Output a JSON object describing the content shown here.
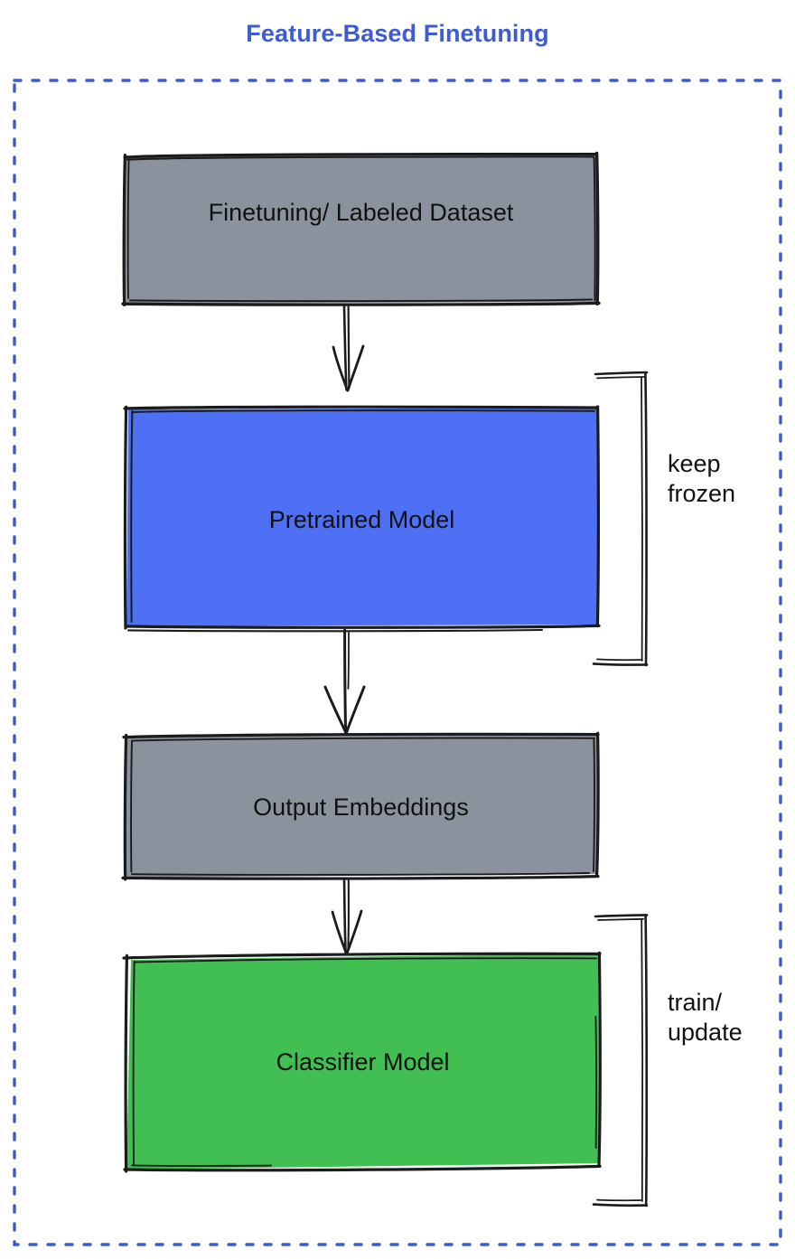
{
  "diagram": {
    "title": "Feature-Based Finetuning",
    "title_color": "#3d5bd4",
    "frame_color": "#3d5bd4",
    "frame_style": "dashed",
    "background": "#ffffff",
    "stroke_color": "#1b1b1b",
    "style": "hand-drawn"
  },
  "nodes": [
    {
      "id": "dataset",
      "label": "Finetuning/ Labeled Dataset",
      "fill": "#8a939d",
      "stroke": "#1b1b1b",
      "text_color": "#111111"
    },
    {
      "id": "pretrained-model",
      "label": "Pretrained Model",
      "fill": "#4d70f5",
      "stroke": "#1b1b1b",
      "text_color": "#111111"
    },
    {
      "id": "output-embeddings",
      "label": "Output Embeddings",
      "fill": "#8a939d",
      "stroke": "#1b1b1b",
      "text_color": "#111111"
    },
    {
      "id": "classifier-model",
      "label": "Classifier Model",
      "fill": "#41bf53",
      "stroke": "#1b1b1b",
      "text_color": "#111111"
    }
  ],
  "edges": [
    {
      "id": "dataset-to-pretrained",
      "from": "dataset",
      "to": "pretrained-model",
      "label": ""
    },
    {
      "id": "pretrained-to-embeddings",
      "from": "pretrained-model",
      "to": "output-embeddings",
      "label": ""
    },
    {
      "id": "embeddings-to-classifier",
      "from": "output-embeddings",
      "to": "classifier-model",
      "label": ""
    }
  ],
  "annotations": [
    {
      "id": "keep-frozen",
      "text": "keep\nfrozen",
      "targets": [
        "pretrained-model"
      ],
      "bracket": "right"
    },
    {
      "id": "train-update",
      "text": "train/\nupdate",
      "targets": [
        "classifier-model"
      ],
      "bracket": "right"
    }
  ]
}
